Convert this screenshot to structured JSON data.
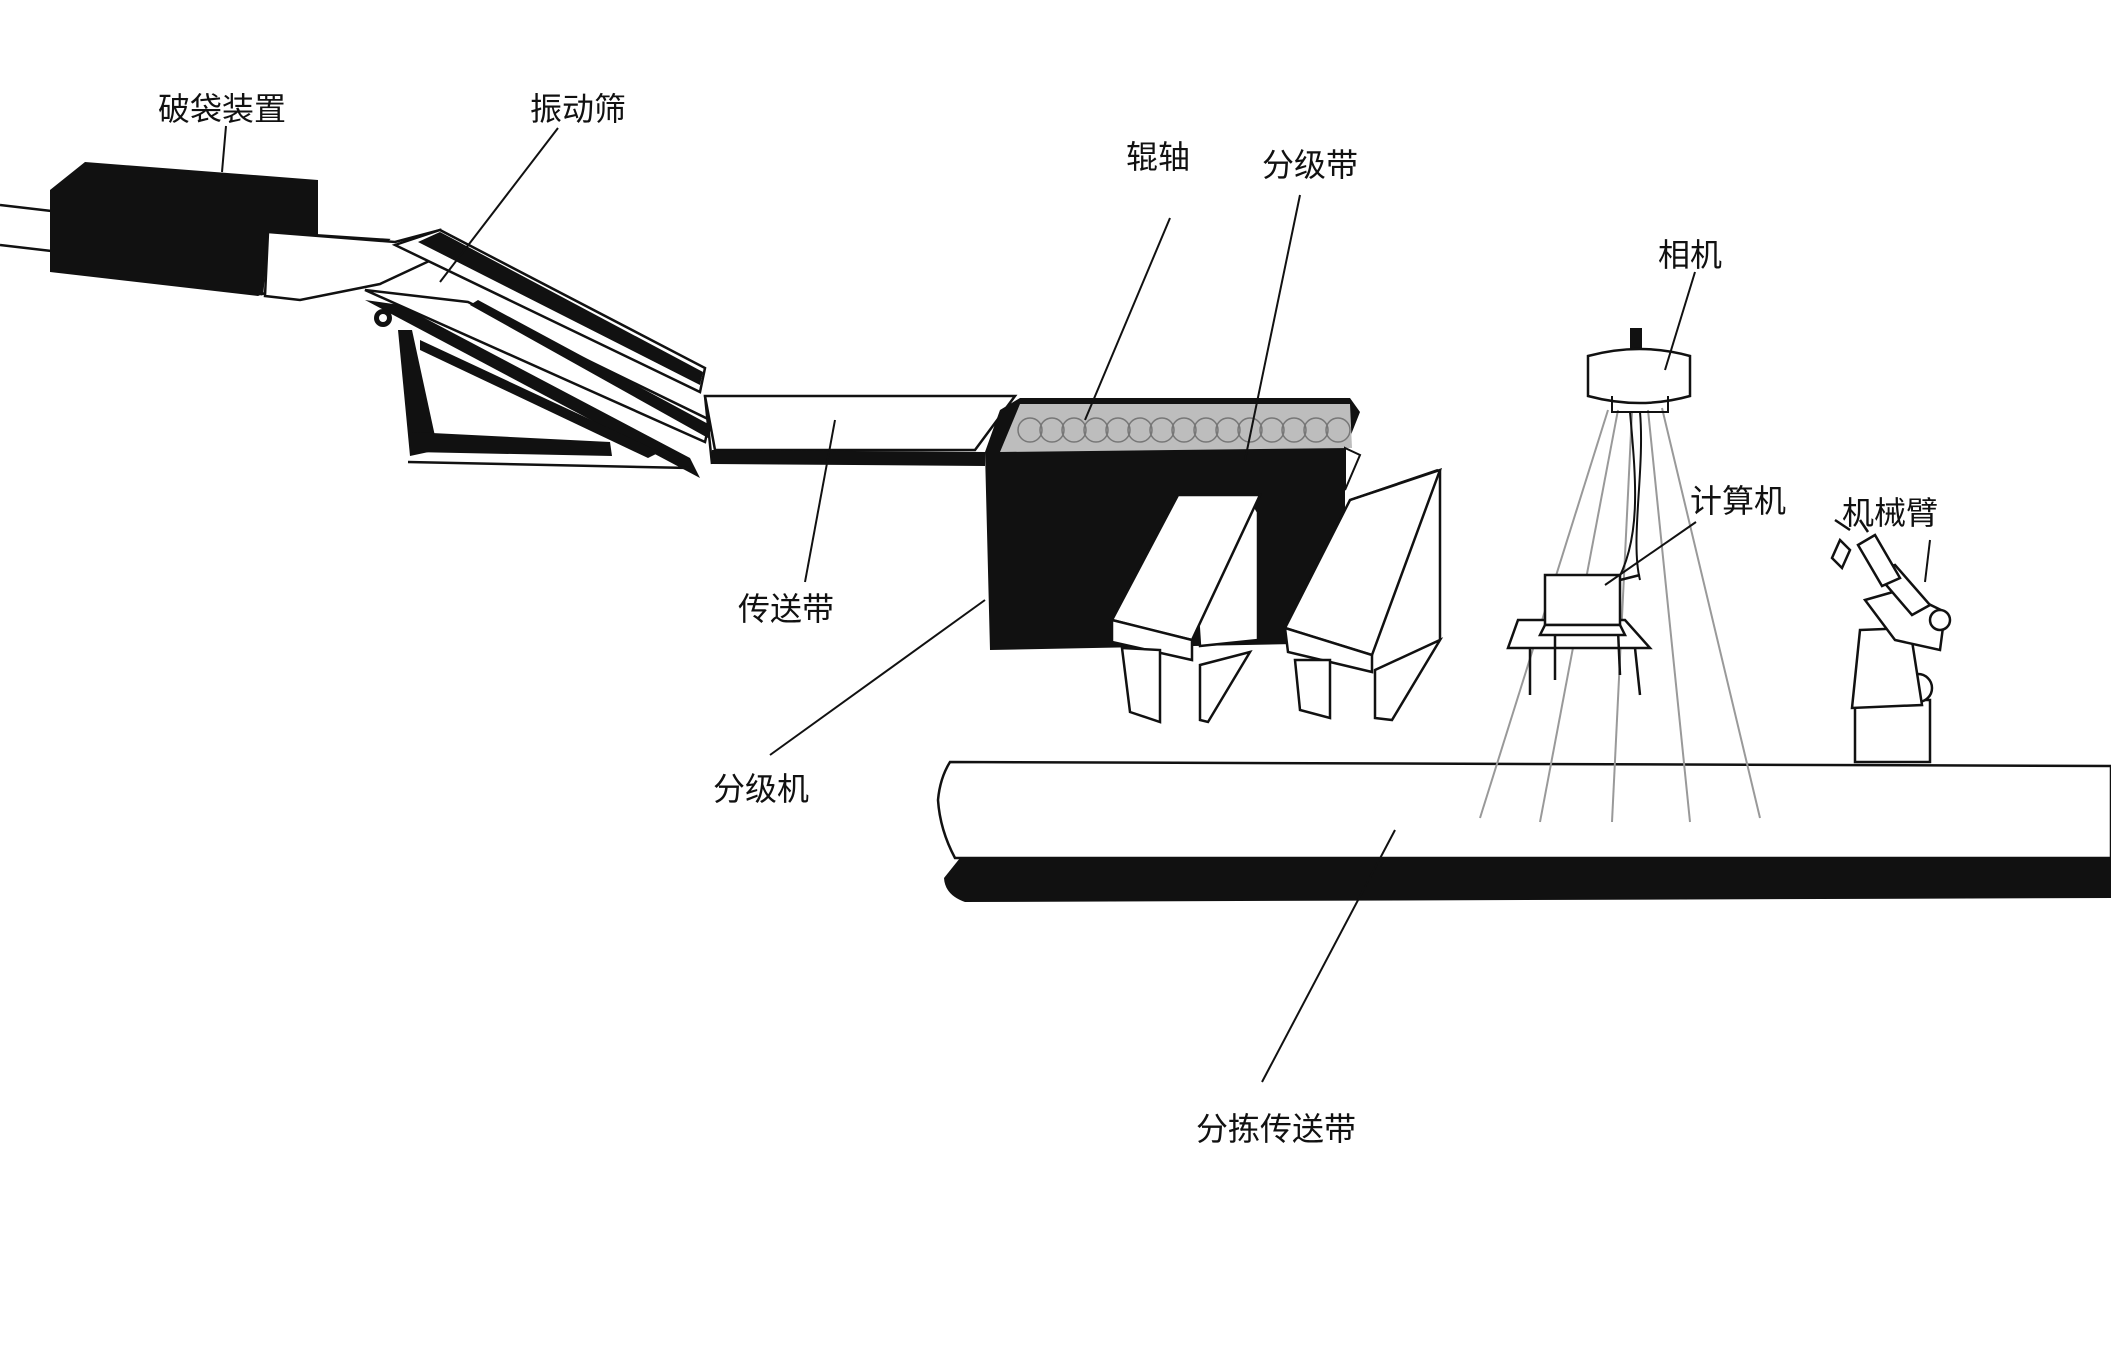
{
  "labels": {
    "bag_breaker": "破袋装置",
    "vibrating_screen": "振动筛",
    "roller_shaft": "辊轴",
    "grading_belt": "分级带",
    "camera": "相机",
    "computer": "计算机",
    "robot_arm": "机械臂",
    "conveyor_belt": "传送带",
    "grader": "分级机",
    "sorting_conveyor": "分拣传送带"
  },
  "colors": {
    "ink": "#111111",
    "roller_fill": "#bdbdbd",
    "camera_ray": "#999999",
    "background": "#ffffff"
  }
}
